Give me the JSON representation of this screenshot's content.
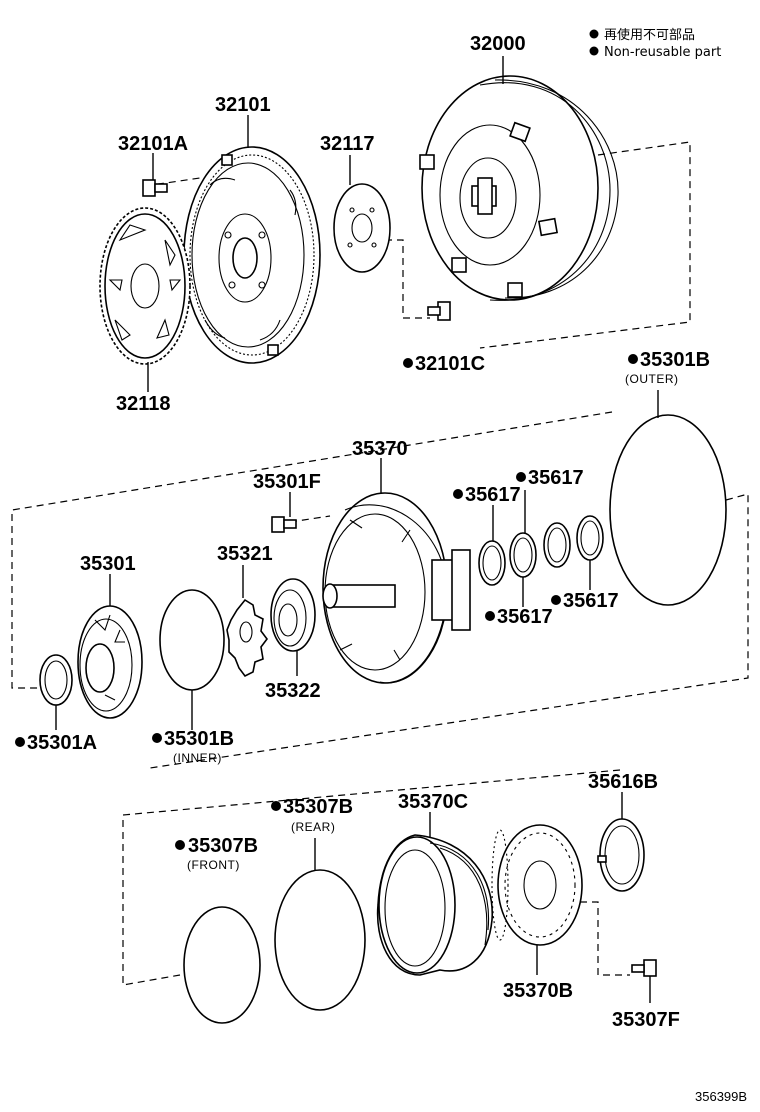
{
  "legend": {
    "jp": "再使用不可部品",
    "en": "Non-reusable part"
  },
  "diagram_code": "356399B",
  "parts": {
    "p32000": "32000",
    "p32101": "32101",
    "p32101A": "32101A",
    "p32117": "32117",
    "p32118": "32118",
    "p32101C": "32101C",
    "p35301B_outer": "35301B",
    "outer_note": "(OUTER)",
    "p35370": "35370",
    "p35301F": "35301F",
    "p35617_a": "35617",
    "p35617_b": "35617",
    "p35617_c": "35617",
    "p35617_d": "35617",
    "p35301": "35301",
    "p35321": "35321",
    "p35322": "35322",
    "p35301A": "35301A",
    "p35301B_inner": "35301B",
    "inner_note": "(INNER)",
    "p35307B_rear": "35307B",
    "rear_note": "(REAR)",
    "p35307B_front": "35307B",
    "front_note": "(FRONT)",
    "p35370C": "35370C",
    "p35616B": "35616B",
    "p35370B": "35370B",
    "p35307F": "35307F"
  }
}
